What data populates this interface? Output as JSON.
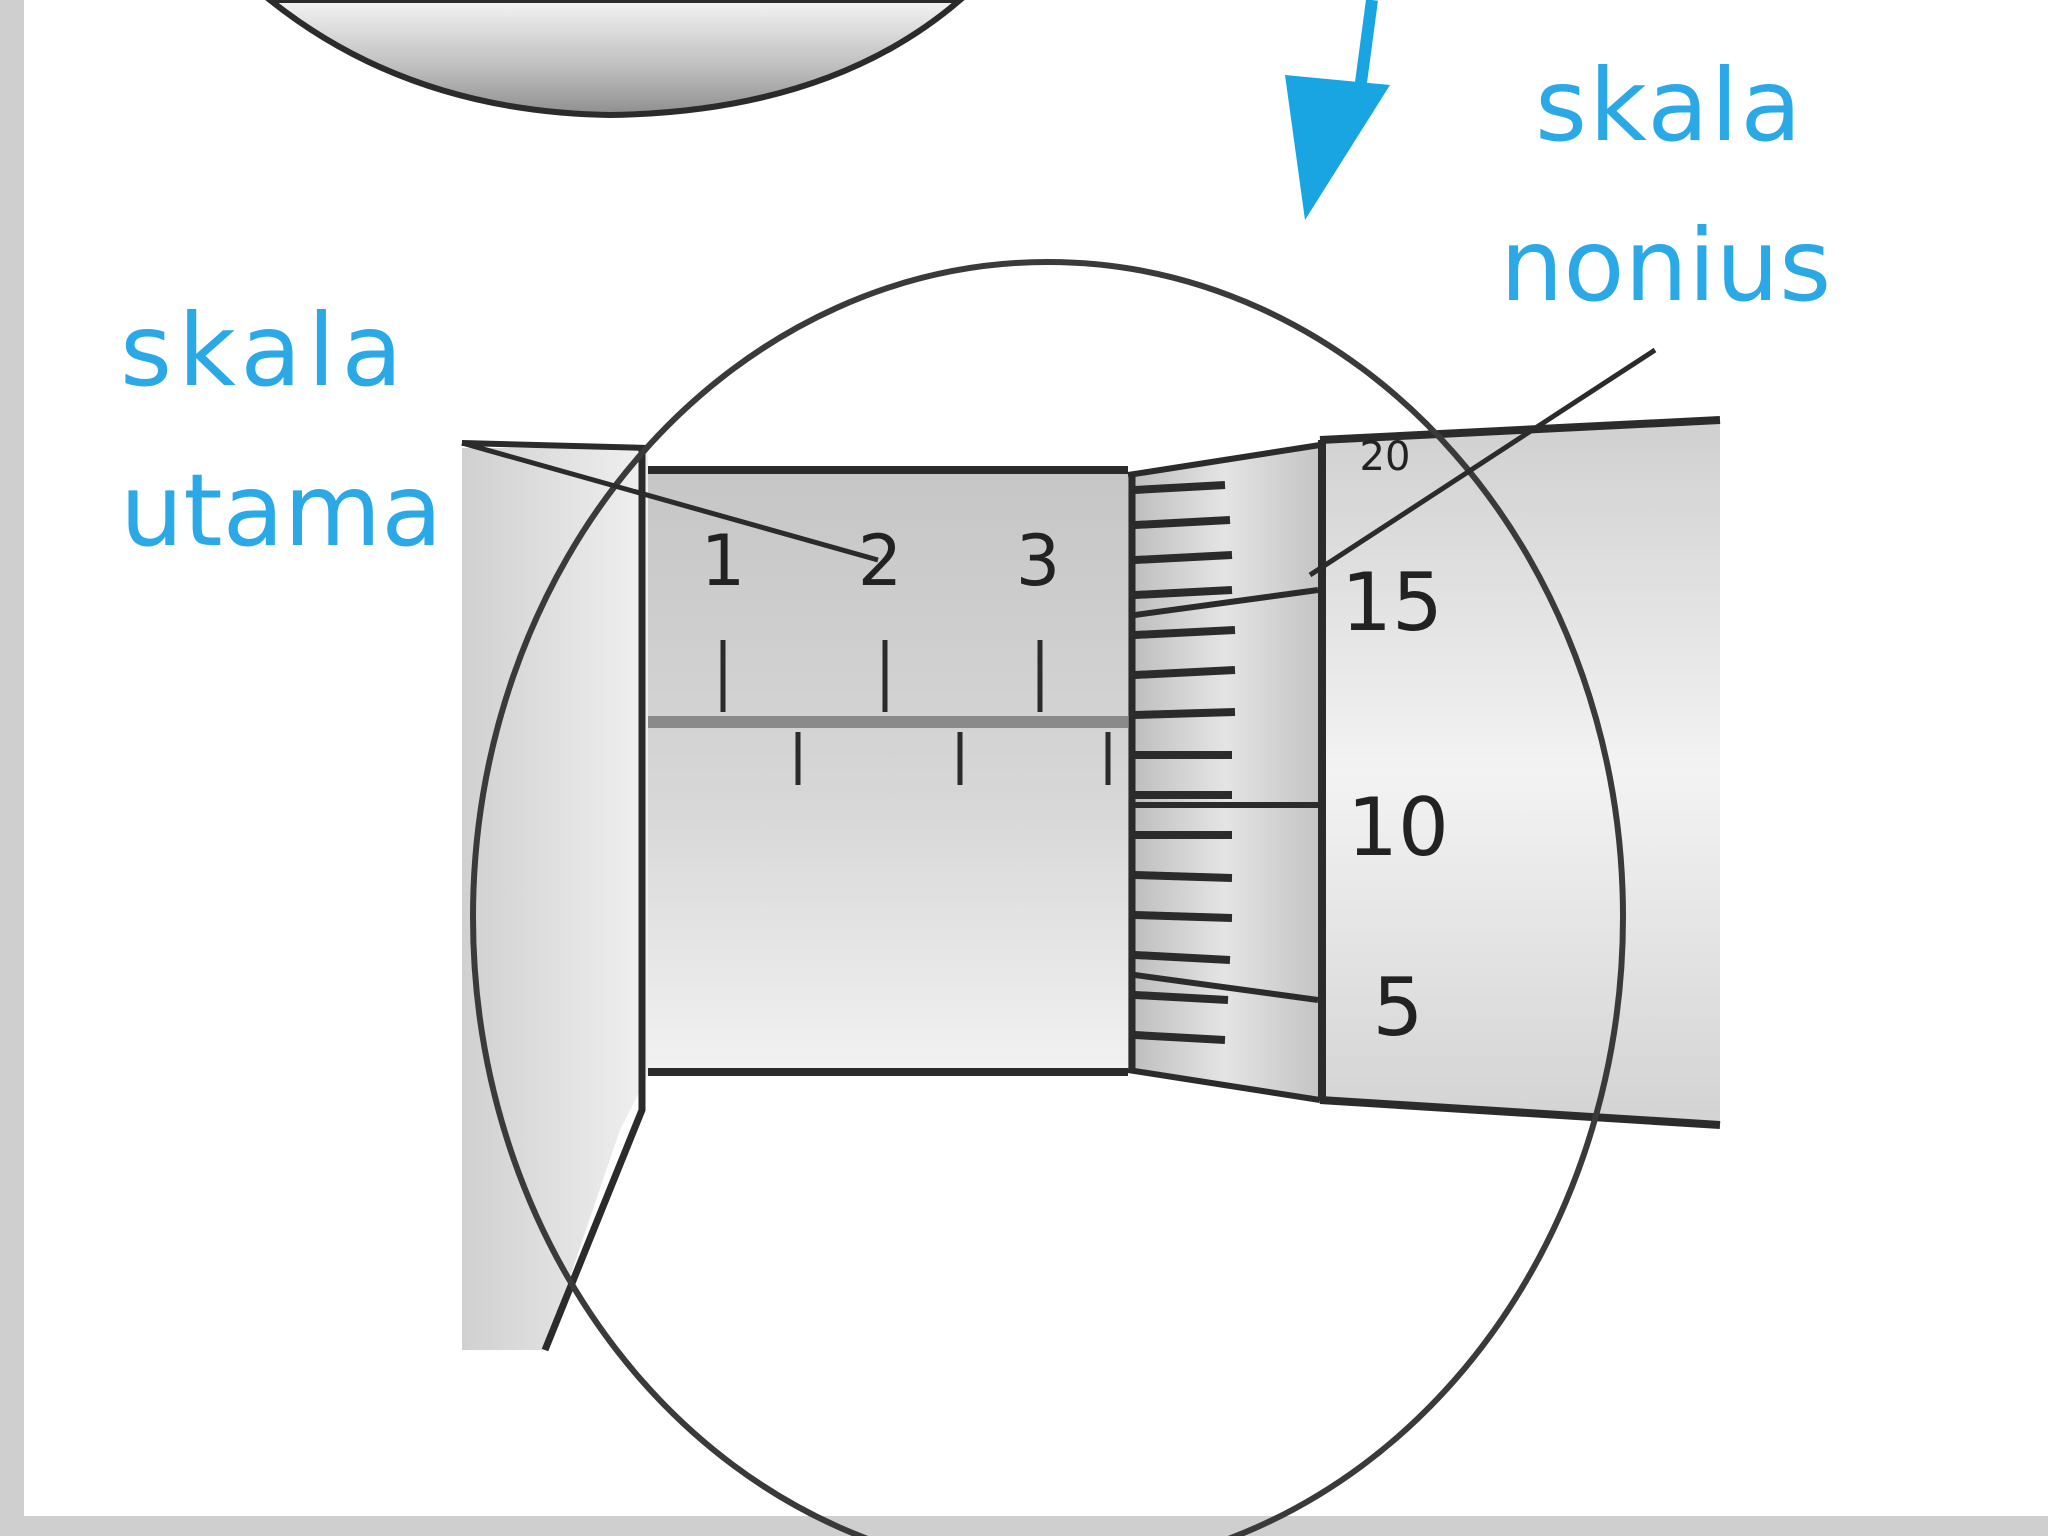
{
  "labels": {
    "main_scale": [
      "skala",
      "utama"
    ],
    "vernier_scale": [
      "skala",
      "nonius"
    ]
  },
  "main_scale_numbers": [
    "1",
    "2",
    "3"
  ],
  "thimble_numbers": [
    "15",
    "10",
    "5"
  ],
  "colors": {
    "label_blue": "#2aa9e6",
    "arrow_blue": "#19a4e2",
    "outline": "#2b2b2b",
    "metal_light": "#eeeeee",
    "metal_mid": "#c9c9c9",
    "metal_dark": "#a8a8a8"
  }
}
